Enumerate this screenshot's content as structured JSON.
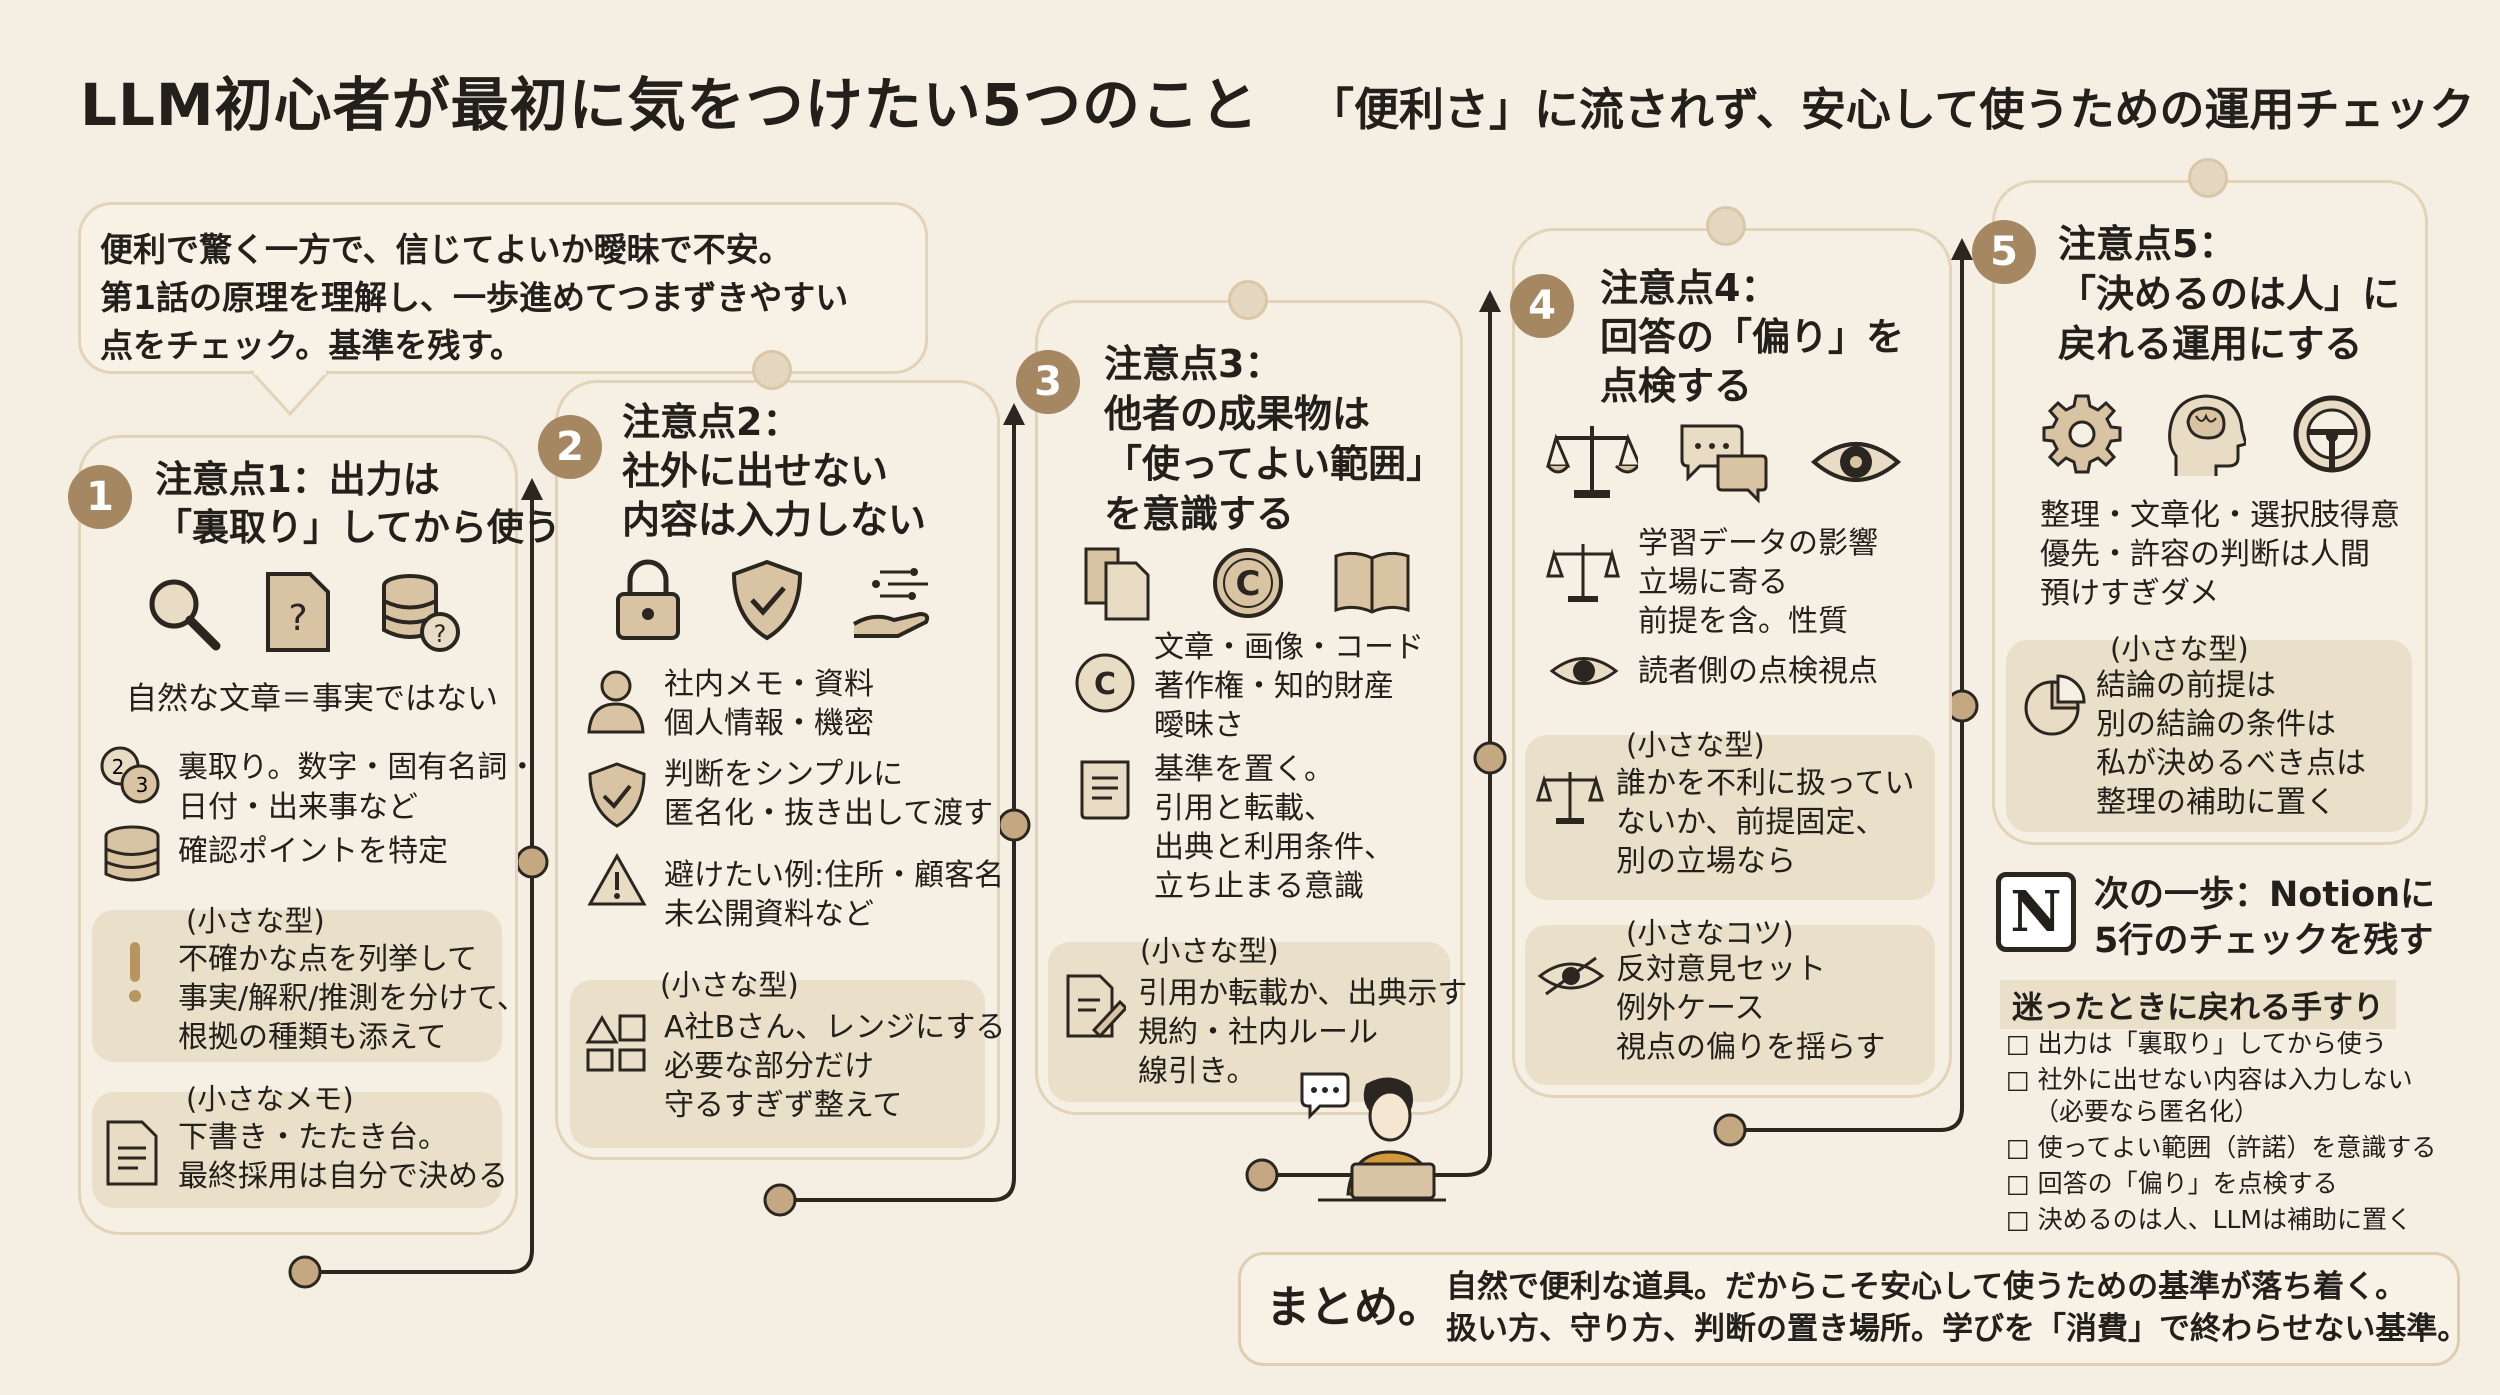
{
  "title": {
    "main": "LLM初心者が最初に気をつけたい5つのこと",
    "sub": "「便利さ」に流されず、安心して使うための運用チェック"
  },
  "intro": [
    "便利で驚く一方で、信じてよいか曖昧で不安。",
    "第1話の原理を理解し、一歩進めてつまずきやすい",
    "点をチェック。基準を残す。"
  ],
  "cards": {
    "c1": {
      "number": "1",
      "heading": [
        "注意点1：出力は",
        "「裏取り」してから使う"
      ],
      "caption": "自然な文章＝事実ではない",
      "items": [
        [
          "裏取り。数字・固有名詞・",
          "日付・出来事など"
        ],
        [
          "確認ポイントを特定"
        ]
      ],
      "pattern_label": "(小さな型)",
      "pattern": [
        "不確かな点を列挙して",
        "事実/解釈/推測を分けて、",
        "根拠の種類も添えて"
      ],
      "memo_label": "(小さなメモ)",
      "memo": [
        "下書き・たたき台。",
        "最終採用は自分で決める"
      ]
    },
    "c2": {
      "number": "2",
      "heading": [
        "注意点2：",
        "社外に出せない",
        "内容は入力しない"
      ],
      "items": [
        [
          "社内メモ・資料",
          "個人情報・機密"
        ],
        [
          "判断をシンプルに",
          "匿名化・抜き出して渡す"
        ],
        [
          "避けたい例:住所・顧客名",
          "未公開資料など"
        ]
      ],
      "pattern_label": "(小さな型)",
      "pattern": [
        "A社Bさん、レンジにする",
        "必要な部分だけ",
        "守るすぎず整えて"
      ]
    },
    "c3": {
      "number": "3",
      "heading": [
        "注意点3：",
        "他者の成果物は",
        "「使ってよい範囲」",
        "を意識する"
      ],
      "items": [
        [
          "文章・画像・コード",
          "著作権・知的財産",
          "曖昧さ"
        ],
        [
          "基準を置く。",
          "引用と転載、",
          "出典と利用条件、",
          "立ち止まる意識"
        ]
      ],
      "pattern_label": "(小さな型)",
      "pattern": [
        "引用か転載か、出典示す",
        "規約・社内ルール",
        "線引き。"
      ]
    },
    "c4": {
      "number": "4",
      "heading": [
        "注意点4：",
        "回答の「偏り」を",
        "点検する"
      ],
      "items": [
        [
          "学習データの影響",
          "立場に寄る",
          "前提を含。性質"
        ],
        [
          "読者側の点検視点"
        ]
      ],
      "pattern_label": "(小さな型)",
      "pattern": [
        "誰かを不利に扱ってい",
        "ないか、前提固定、",
        "別の立場なら"
      ],
      "tip_label": "(小さなコツ)",
      "tip": [
        "反対意見セット",
        "例外ケース",
        "視点の偏りを揺らす"
      ]
    },
    "c5": {
      "number": "5",
      "heading": [
        "注意点5：",
        "「決めるのは人」に",
        "戻れる運用にする"
      ],
      "items": [
        "整理・文章化・選択肢得意",
        "優先・許容の判断は人間",
        "預けすぎダメ"
      ],
      "pattern_label": "(小さな型)",
      "pattern": [
        "結論の前提は",
        "別の結論の条件は",
        "私が決めるべき点は",
        "整理の補助に置く"
      ]
    }
  },
  "next_step": {
    "logo": "N",
    "title": [
      "次の一歩：Notionに",
      "5行のチェックを残す"
    ],
    "subtitle": "迷ったときに戻れる手すり",
    "checklist": [
      "□ 出力は「裏取り」してから使う",
      "□ 社外に出せない内容は入力しない",
      "（必要なら匿名化）",
      "□ 使ってよい範囲（許諾）を意識する",
      "□ 回答の「偏り」を点検する",
      "□ 決めるのは人、LLMは補助に置く"
    ]
  },
  "summary": {
    "label": "まとめ。",
    "lines": [
      "自然で便利な道具。だからこそ安心して使うための基準が落ち着く。",
      "扱い方、守り方、判断の置き場所。学びを「消費」で終わらせない基準。"
    ]
  },
  "colors": {
    "background": "#f5efe3",
    "accent": "#a58762",
    "pad": "#eadfc9",
    "line": "#2b2620",
    "border": "#e3d3b8"
  }
}
